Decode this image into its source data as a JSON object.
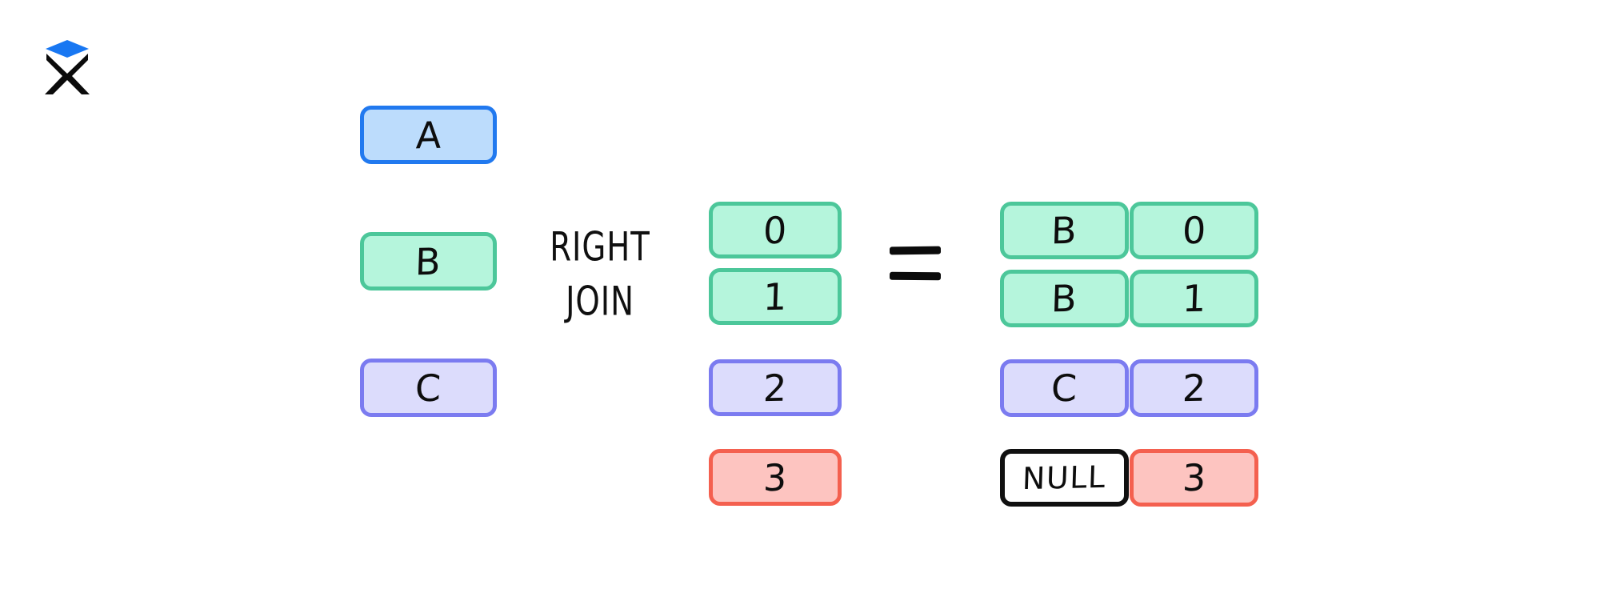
{
  "logo": {
    "name": "x-diamond-logo",
    "letter": "X",
    "diamond_color": "#1877f2",
    "letter_color": "#0b0b0b"
  },
  "diagram": {
    "title": "RIGHT JOIN",
    "operator_label_line1": "RIGHT",
    "operator_label_line2": "JOIN",
    "equals_symbol": "=",
    "left_table": {
      "name": "left-table",
      "rows": [
        {
          "value": "A",
          "color": "blue",
          "fill": "#bcdcfc",
          "border": "#2179ef"
        },
        {
          "value": "B",
          "color": "green",
          "fill": "#b5f5dc",
          "border": "#4cc79a"
        },
        {
          "value": "C",
          "color": "purple",
          "fill": "#dcdcfc",
          "border": "#7b7bf0"
        }
      ]
    },
    "right_table": {
      "name": "right-table",
      "rows": [
        {
          "value": "0",
          "color": "green",
          "fill": "#b5f5dc",
          "border": "#4cc79a"
        },
        {
          "value": "1",
          "color": "green",
          "fill": "#b5f5dc",
          "border": "#4cc79a"
        },
        {
          "value": "2",
          "color": "purple",
          "fill": "#dcdcfc",
          "border": "#7b7bf0"
        },
        {
          "value": "3",
          "color": "red",
          "fill": "#fdc4c0",
          "border": "#f4604f"
        }
      ]
    },
    "result_table": {
      "name": "result-table",
      "rows": [
        {
          "left": "B",
          "right": "0",
          "left_color": "green",
          "right_color": "green"
        },
        {
          "left": "B",
          "right": "1",
          "left_color": "green",
          "right_color": "green"
        },
        {
          "left": "C",
          "right": "2",
          "left_color": "purple",
          "right_color": "purple"
        },
        {
          "left": "NULL",
          "right": "3",
          "left_color": "white",
          "right_color": "red"
        }
      ]
    }
  }
}
